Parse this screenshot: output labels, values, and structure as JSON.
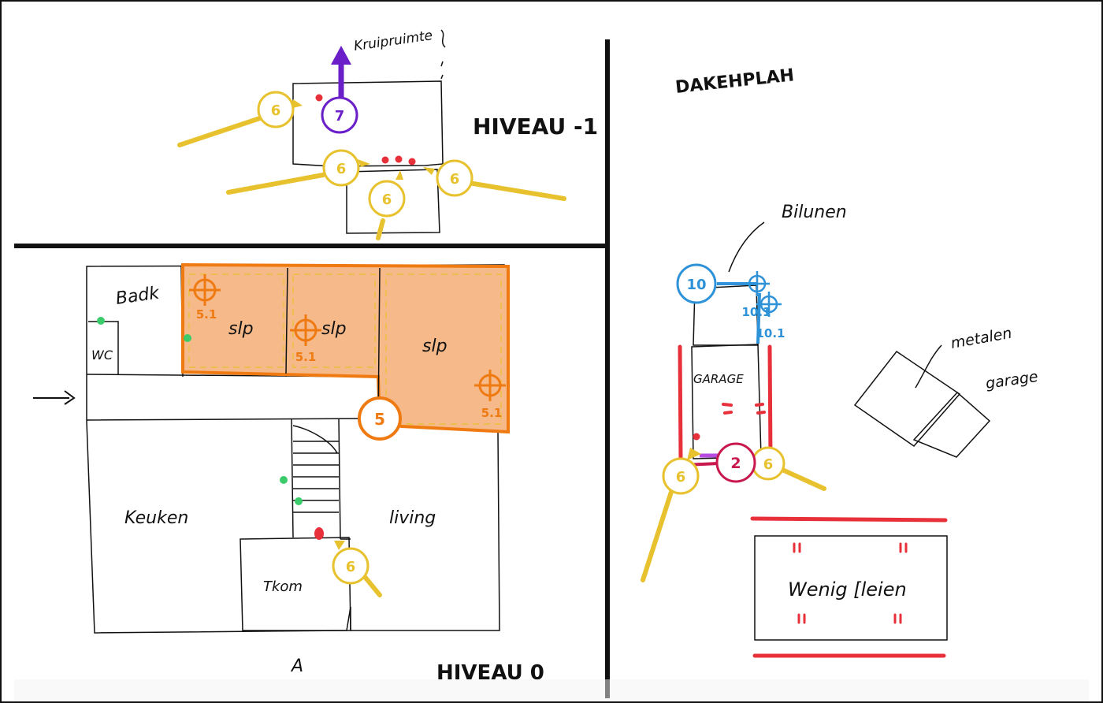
{
  "plan": {
    "top_left": {
      "level_label": "HIVEAU -1",
      "annotation": "Kruipruimte"
    },
    "bottom_left": {
      "level_label": "HIVEAU 0",
      "rooms": {
        "badk": "Badk",
        "wc": "WC",
        "slp1": "slp",
        "slp2": "slp",
        "slp3": "slp",
        "keuken": "Keuken",
        "living": "living",
        "tech": "Tkom"
      },
      "arrow_entry": "A"
    },
    "right": {
      "title": "DAKEHPLAH",
      "annotation_trees": "Bilunen",
      "garage_label": "GARAGE",
      "metal_label_1": "metalen",
      "metal_label_2": "garage",
      "parking_label": "Wenig [leien"
    }
  },
  "badges": {
    "six": "6",
    "seven": "7",
    "five": "5",
    "five_one": "5.1",
    "two": "2",
    "ten": "10",
    "ten_one": "10.1"
  },
  "colors": {
    "yellow": "#E8C22E",
    "orange": "#F07A12",
    "orange_fill": "#F5B98A",
    "purple": "#6A1FC8",
    "red": "#E8303A",
    "crimson": "#C8184E",
    "blue": "#2E92D8",
    "green": "#3BCB6A",
    "line": "#111111"
  }
}
